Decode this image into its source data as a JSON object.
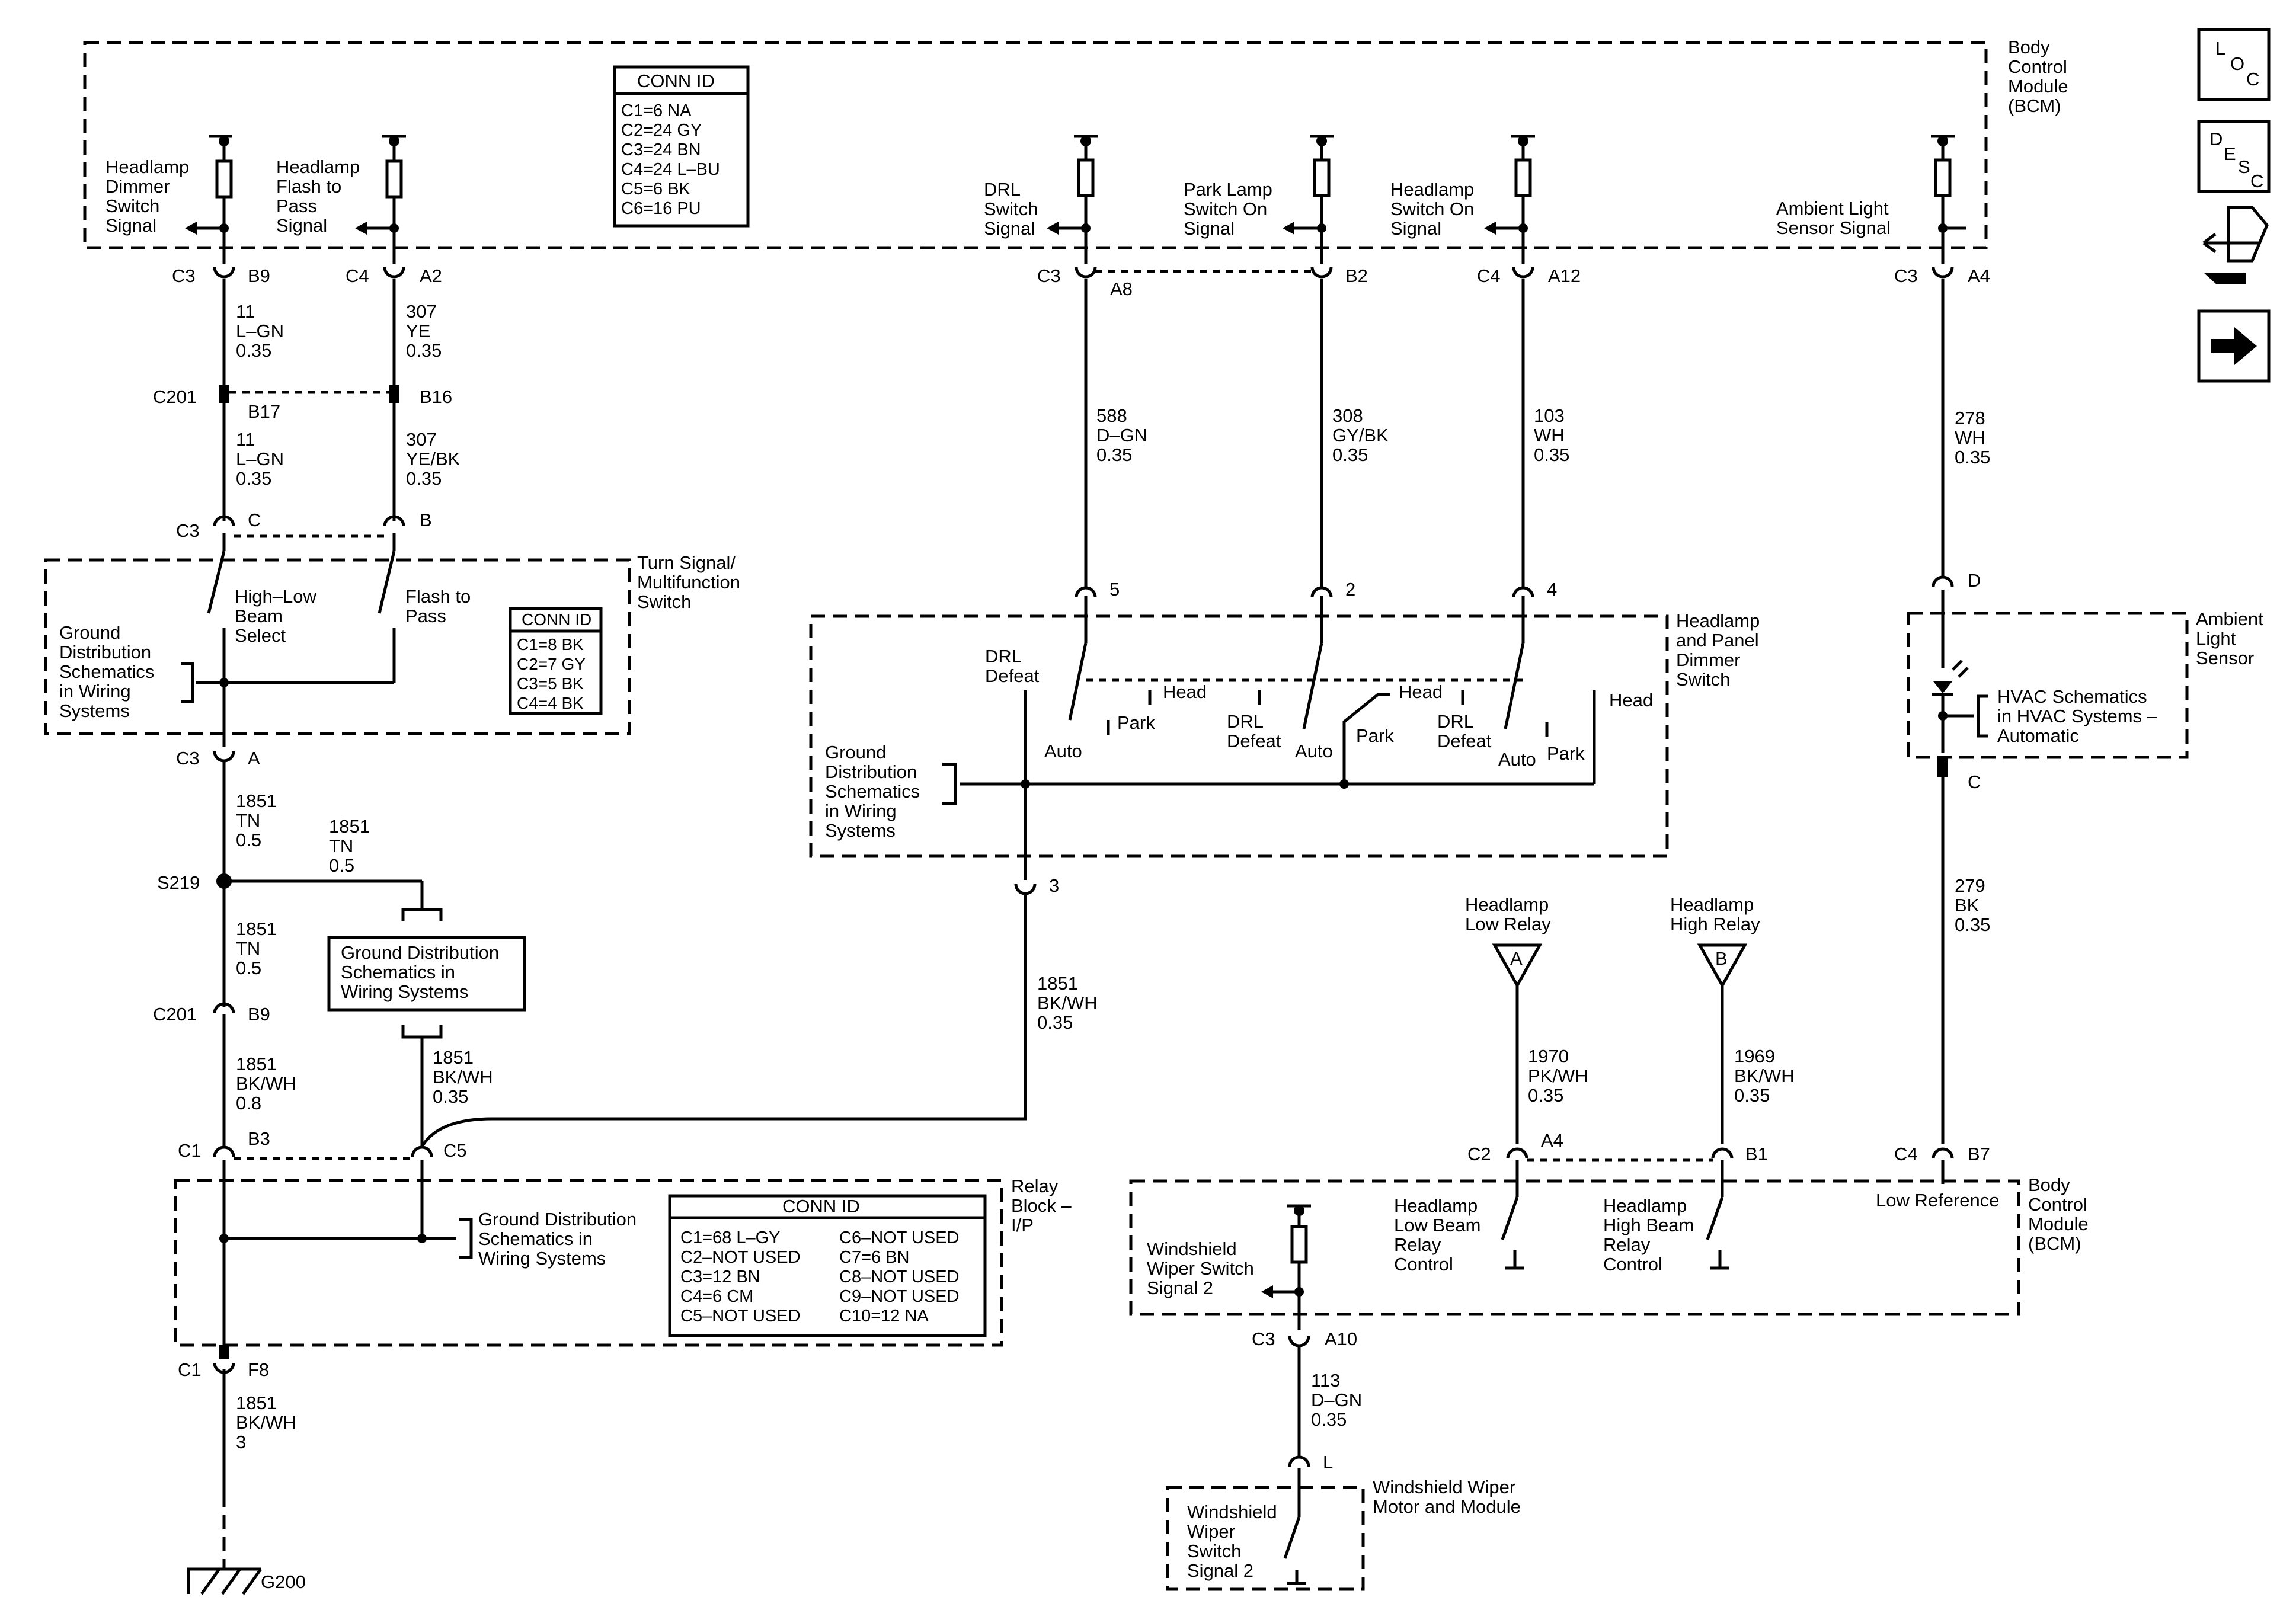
{
  "modules": {
    "bcm_top": "Body\nControl\nModule\n(BCM)",
    "bcm_bottom": "Body\nControl\nModule\n(BCM)",
    "turn_signal": "Turn Signal/\nMultifunction\nSwitch",
    "headlamp_dimmer": "Headlamp\nand Panel\nDimmer\nSwitch",
    "ambient_sensor": "Ambient\nLight\nSensor",
    "relay_block": "Relay\nBlock –\nI/P",
    "wiper_module": "Windshield Wiper\nMotor and Module"
  },
  "signals": {
    "dimmer": "Headlamp\nDimmer\nSwitch\nSignal",
    "flash": "Headlamp\nFlash to\nPass\nSignal",
    "drl": "DRL\nSwitch\nSignal",
    "park": "Park Lamp\nSwitch On\nSignal",
    "headsw": "Headlamp\nSwitch On\nSignal",
    "ambient": "Ambient Light\nSensor Signal",
    "wiper": "Windshield\nWiper Switch\nSignal 2",
    "low_ref": "Low Reference",
    "low_relay_ctrl": "Headlamp\nLow Beam\nRelay\nControl",
    "high_relay_ctrl": "Headlamp\nHigh Beam\nRelay\nControl",
    "wiper_switch": "Windshield\nWiper\nSwitch\nSignal 2"
  },
  "conn_ids": {
    "bcm": {
      "title": "CONN ID",
      "rows": [
        "C1=6 NA",
        "C2=24 GY",
        "C3=24 BN",
        "C4=24 L–BU",
        "C5=6 BK",
        "C6=16 PU"
      ]
    },
    "turn": {
      "title": "CONN ID",
      "rows": [
        "C1=8 BK",
        "C2=7 GY",
        "C3=5 BK",
        "C4=4 BK"
      ]
    },
    "relay": {
      "title": "CONN ID",
      "col1": [
        "C1=68 L–GY",
        "C2–NOT USED",
        "C3=12 BN",
        "C4=6 CM",
        "C5–NOT USED"
      ],
      "col2": [
        "C6–NOT USED",
        "C7=6 BN",
        "C8–NOT USED",
        "C9–NOT USED",
        "C10=12 NA"
      ]
    }
  },
  "connectors": {
    "c3_b9": [
      "C3",
      "B9"
    ],
    "c4_a2": [
      "C4",
      "A2"
    ],
    "c3_a8": [
      "C3",
      "A8"
    ],
    "b2": "B2",
    "c4_a12": [
      "C4",
      "A12"
    ],
    "c3_a4": [
      "C3",
      "A4"
    ],
    "c201_b17": [
      "C201",
      "B17"
    ],
    "b16": "B16",
    "c3_c": [
      "C3",
      "C"
    ],
    "b": "B",
    "c3_a": [
      "C3",
      "A"
    ],
    "s219": "S219",
    "c201_b9": [
      "C201",
      "B9"
    ],
    "c1_b3": [
      "C1",
      "B3"
    ],
    "c5": "C5",
    "c1_f8": [
      "C1",
      "F8"
    ],
    "g200": "G200",
    "p5": "5",
    "p2": "2",
    "p4": "4",
    "p3": "3",
    "pd": "D",
    "pc": "C",
    "c2_a4": [
      "C2",
      "A4"
    ],
    "b1": "B1",
    "c4_b7": [
      "C4",
      "B7"
    ],
    "c3_a10": [
      "C3",
      "A10"
    ],
    "pl": "L"
  },
  "wires": {
    "w11a": "11\nL–GN\n0.35",
    "w307a": "307\nYE\n0.35",
    "w11b": "11\nL–GN\n0.35",
    "w307b": "307\nYE/BK\n0.35",
    "w1851a": "1851\nTN\n0.5",
    "w1851b": "1851\nTN\n0.5",
    "w1851c": "1851\nTN\n0.5",
    "w1851d": "1851\nBK/WH\n0.8",
    "w1851e": "1851\nBK/WH\n0.35",
    "w1851f": "1851\nBK/WH\n0.35",
    "w1851g": "1851\nBK/WH\n3",
    "w588": "588\nD–GN\n0.35",
    "w308": "308\nGY/BK\n0.35",
    "w103": "103\nWH\n0.35",
    "w278": "278\nWH\n0.35",
    "w279": "279\nBK\n0.35",
    "w1970": "1970\nPK/WH\n0.35",
    "w1969": "1969\nBK/WH\n0.35",
    "w113": "113\nD–GN\n0.35"
  },
  "switch_labels": {
    "high_low": "High–Low\nBeam\nSelect",
    "flash_pass": "Flash to\nPass",
    "drl_defeat": "DRL\nDefeat",
    "auto1": "Auto",
    "park1": "Park",
    "head1": "Head",
    "drl_defeat2": "DRL\nDefeat",
    "auto2": "Auto",
    "park2": "Park",
    "head2": "Head",
    "drl_defeat3": "DRL\nDefeat",
    "auto3": "Auto",
    "park3": "Park",
    "head3": "Head"
  },
  "refs": {
    "ground_turn": "Ground\nDistribution\nSchematics\nin Wiring\nSystems",
    "ground_box": "Ground Distribution\nSchematics in\nWiring Systems",
    "ground_dimmer": "Ground\nDistribution\nSchematics\nin Wiring\nSystems",
    "ground_relay": "Ground Distribution\nSchematics in\nWiring Systems",
    "hvac": "HVAC Schematics\nin HVAC Systems –\nAutomatic",
    "relay_low": "Headlamp\nLow Relay",
    "relay_high": "Headlamp\nHigh Relay",
    "flag_a": "A",
    "flag_b": "B"
  },
  "side_icons": {
    "loc": [
      "L",
      "O",
      "C"
    ],
    "desc": [
      "D",
      "E",
      "S",
      "C"
    ],
    "icons": [
      "location-icon",
      "description-icon",
      "connector-icon",
      "next-arrow-icon"
    ]
  }
}
